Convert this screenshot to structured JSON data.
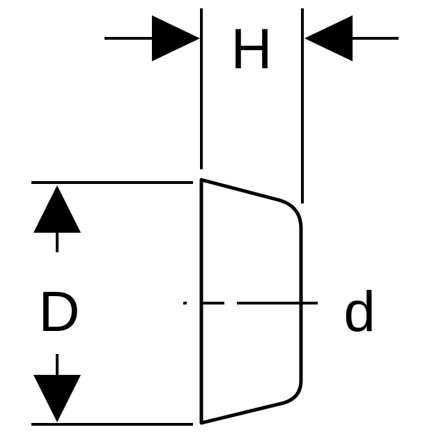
{
  "diagram": {
    "labels": {
      "width_label": "H",
      "outer_diameter_label": "D",
      "inner_diameter_label": "d"
    },
    "colors": {
      "line": "#000000",
      "background": "#ffffff"
    }
  }
}
